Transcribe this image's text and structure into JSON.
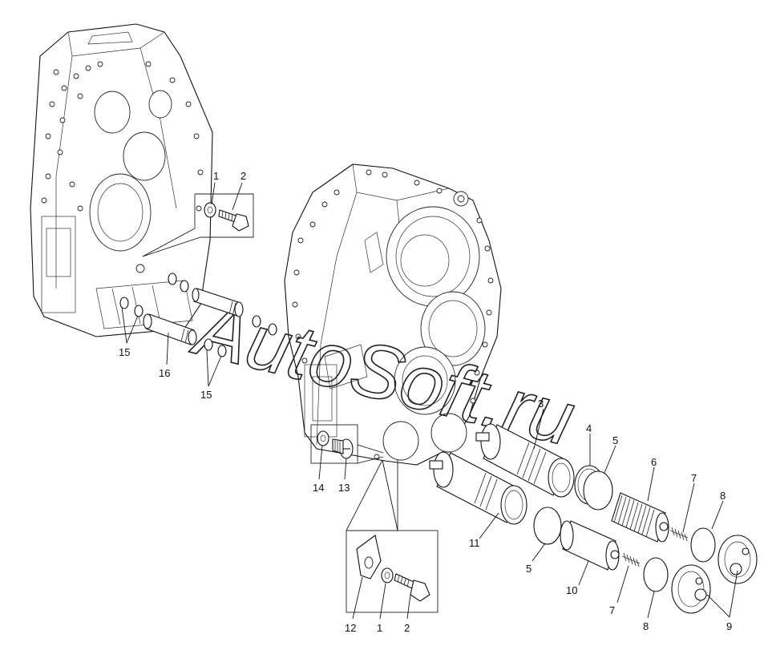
{
  "watermark": "AutoSoft.ru",
  "labels": {
    "l1a": "1",
    "l2a": "2",
    "l15a": "15",
    "l16": "16",
    "l15b": "15",
    "l3": "3",
    "l4": "4",
    "l5a": "5",
    "l6": "6",
    "l7a": "7",
    "l8a": "8",
    "l11": "11",
    "l5b": "5",
    "l10": "10",
    "l7b": "7",
    "l8b": "8",
    "l9": "9",
    "l14": "14",
    "l13": "13",
    "l12": "12",
    "l1b": "1",
    "l2b": "2"
  }
}
